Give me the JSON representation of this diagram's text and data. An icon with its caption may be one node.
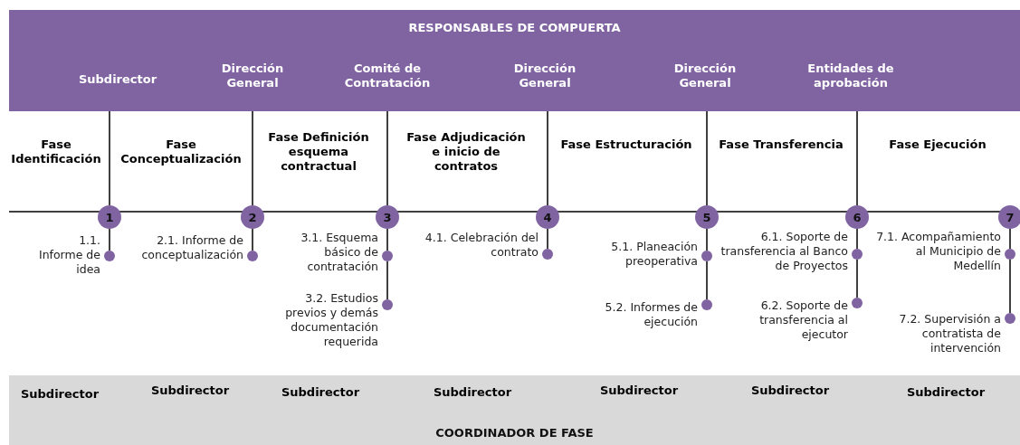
{
  "diagram": {
    "nodes": [
      {
        "text": [
          "RESPONSABLES DE COMPUERTA"
        ]
      },
      {
        "text": [
          "COORDINADOR DE FASE"
        ]
      },
      {
        "text": [
          "1"
        ]
      },
      {
        "text": [
          "2"
        ]
      },
      {
        "text": [
          "3"
        ]
      },
      {
        "text": [
          "4"
        ]
      },
      {
        "text": [
          "5"
        ]
      },
      {
        "text": [
          "6"
        ]
      },
      {
        "text": [
          "7"
        ]
      },
      {
        "text": [],
        "shape": "circle",
        "beside": [
          "1.1. Informe de idea"
        ]
      },
      {
        "text": [],
        "shape": "circle",
        "beside": [
          "2.1. Informe de conceptualización"
        ]
      },
      {
        "text": [],
        "shape": "circle",
        "beside": [
          "3.1. Esquema básico de contratación"
        ]
      },
      {
        "text": [],
        "shape": "circle",
        "beside": [
          "3.2. Estudios previos y demás documentación requerida"
        ]
      },
      {
        "text": [],
        "shape": "circle",
        "beside": [
          "4.1. Celebración del contrato"
        ]
      },
      {
        "text": [],
        "shape": "circle",
        "beside": [
          "5.1. Planeación preoperativa"
        ]
      },
      {
        "text": [],
        "shape": "circle",
        "beside": [
          "5.2. Informes de ejecución"
        ]
      },
      {
        "text": [],
        "shape": "circle",
        "beside": [
          "6.1. Soporte de transferencia al Banco de Proyectos"
        ]
      },
      {
        "text": [],
        "shape": "circle",
        "beside": [
          "6.2. Soporte de transferencia al ejecutor"
        ]
      },
      {
        "text": [],
        "shape": "circle",
        "beside": [
          "7.1. Acompañamiento al Municipio de Medellín"
        ]
      },
      {
        "text": [],
        "shape": "circle",
        "beside": [
          "7.2. Supervisión a contratista de intervención"
        ]
      }
    ],
    "edges": [
      {
        "from": 2,
        "to": 9,
        "arrow": "none"
      },
      {
        "from": 3,
        "to": 10,
        "arrow": "none"
      },
      {
        "from": 4,
        "to": 11,
        "arrow": "none"
      },
      {
        "from": 11,
        "to": 12,
        "arrow": "none"
      },
      {
        "from": 5,
        "to": 13,
        "arrow": "none"
      },
      {
        "from": 6,
        "to": 14,
        "arrow": "none"
      },
      {
        "from": 14,
        "to": 15,
        "arrow": "none"
      },
      {
        "from": 7,
        "to": 16,
        "arrow": "none"
      },
      {
        "from": 16,
        "to": 17,
        "arrow": "none"
      },
      {
        "from": 8,
        "to": 18,
        "arrow": "none"
      },
      {
        "from": 18,
        "to": 19,
        "arrow": "none"
      }
    ],
    "labels": [
      "Subdirector",
      "Dirección General",
      "Comité de Contratación",
      "Dirección General",
      "Dirección General",
      "Entidades de aprobación",
      "Fase Identificación",
      "Fase Conceptualización",
      "Fase Definición esquema contractual",
      "Fase Adjudicación e inicio de contratos",
      "Fase Estructuración",
      "Fase Transferencia",
      "Fase Ejecución",
      "Subdirector",
      "Subdirector",
      "Subdirector",
      "Subdirector",
      "Subdirector",
      "Subdirector",
      "Subdirector"
    ]
  }
}
